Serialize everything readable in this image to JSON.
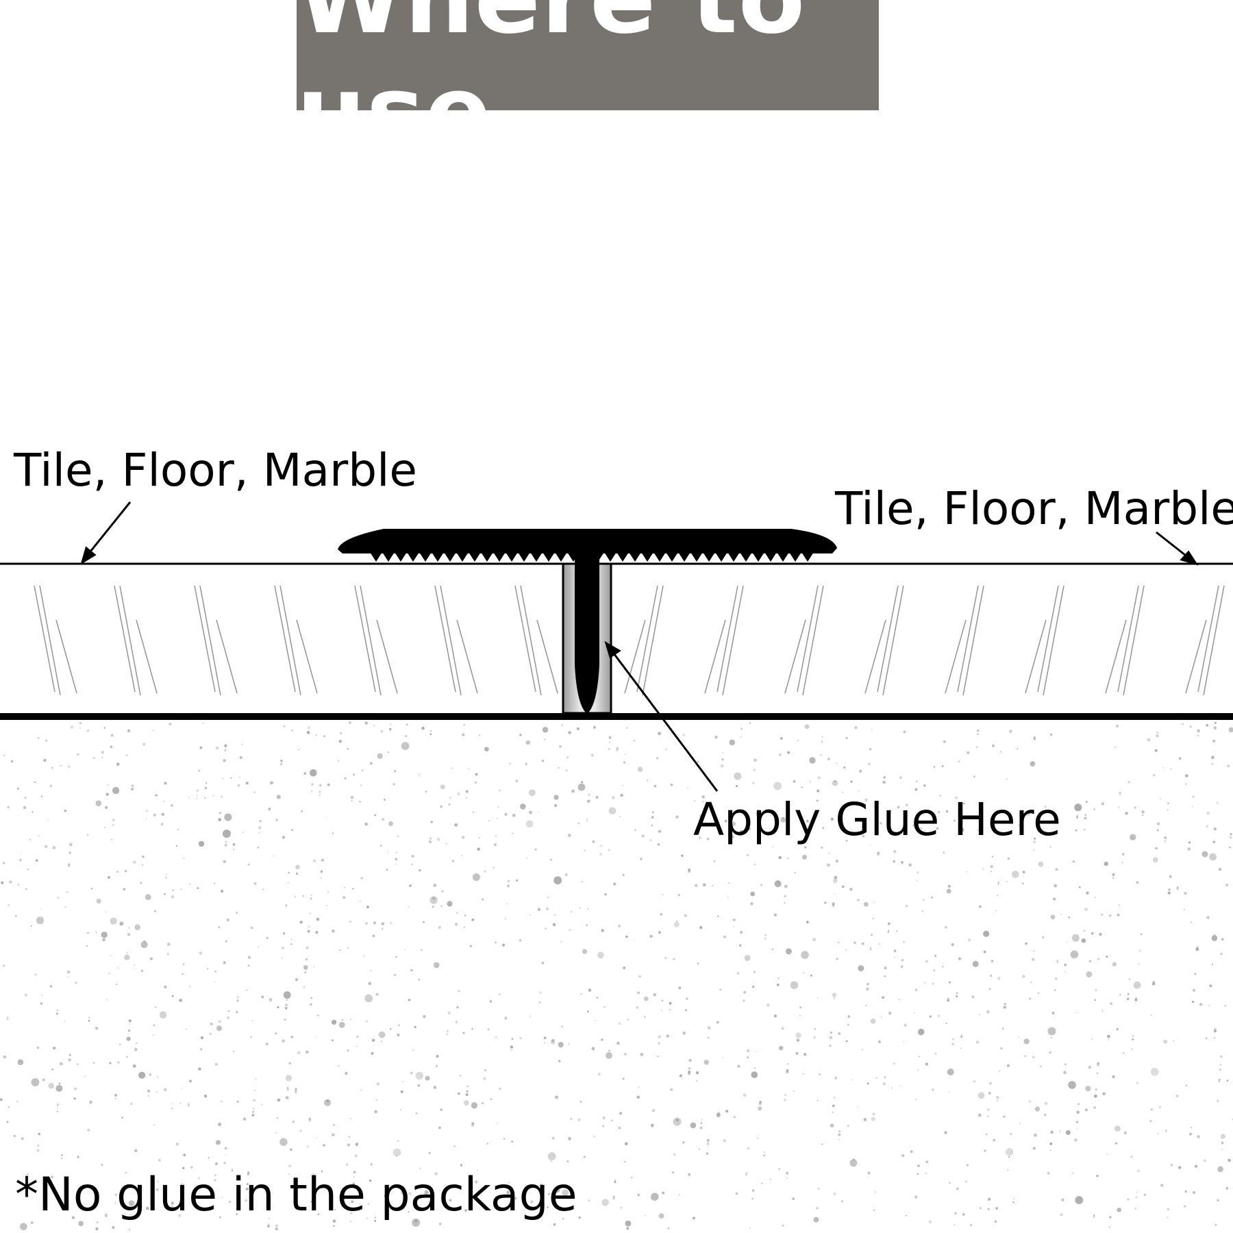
{
  "title": "Where to use",
  "labels": {
    "surface_left": "Tile, Floor, Marble",
    "surface_right": "Tile, Floor, Marble",
    "glue": "Apply Glue Here",
    "note": "*No glue in the package"
  },
  "colors": {
    "banner": "#77736e",
    "banner_text": "#ffffff",
    "profile": "#000000",
    "channel": "#c8c8c8",
    "hatch": "#9a9a9a",
    "speckle": "#9e9e9e"
  }
}
